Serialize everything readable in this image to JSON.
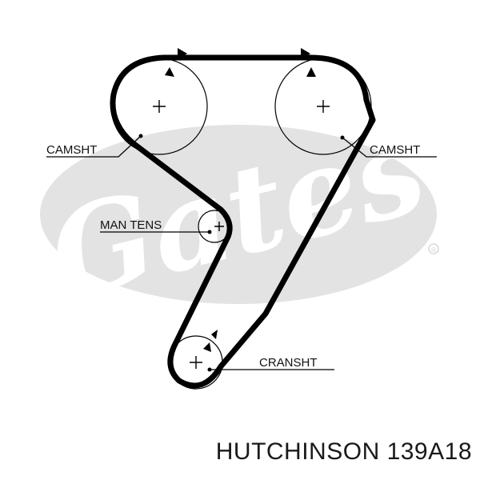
{
  "labels": {
    "camshaft_left": "CAMSHT",
    "camshaft_right": "CAMSHT",
    "manual_tensioner": "MAN TENS",
    "crankshaft": "CRANSHT"
  },
  "part_number": "HUTCHINSON 139A18",
  "watermark": {
    "text": "Gates",
    "registered": "®"
  },
  "colors": {
    "belt": "#000000",
    "watermark": "#e3e3e3",
    "text": "#111111"
  }
}
